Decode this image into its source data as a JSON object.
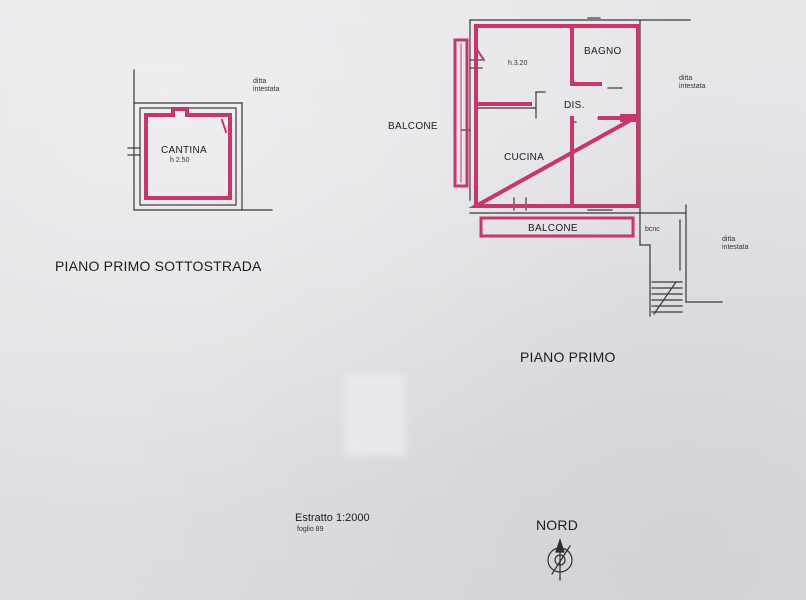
{
  "labels": {
    "cantina": "CANTINA",
    "cantina_h": "h 2.50",
    "ditta_left": "ditta\nintestata",
    "piano_sottostrada": "PIANO PRIMO SOTTOSTRADA",
    "h_primo": "h.3.20",
    "bagno": "BAGNO",
    "dis": "DIS.",
    "cucina": "CUCINA",
    "balcone_left": "BALCONE",
    "balcone_bottom": "BALCONE",
    "bcnc": "bcnc",
    "ditta_right_top": "ditta\nintestata",
    "ditta_right_bottom": "ditta\nintestata",
    "piano_primo": "PIANO PRIMO",
    "estratto": "Estratto 1:2000",
    "foglio": "foglio 89",
    "nord": "NORD"
  },
  "colors": {
    "paper": "#e3e2e6",
    "highlight": "#c8376b",
    "ink": "#3a3a3a"
  },
  "icons": [
    "north-arrow-icon",
    "stair-icon"
  ]
}
